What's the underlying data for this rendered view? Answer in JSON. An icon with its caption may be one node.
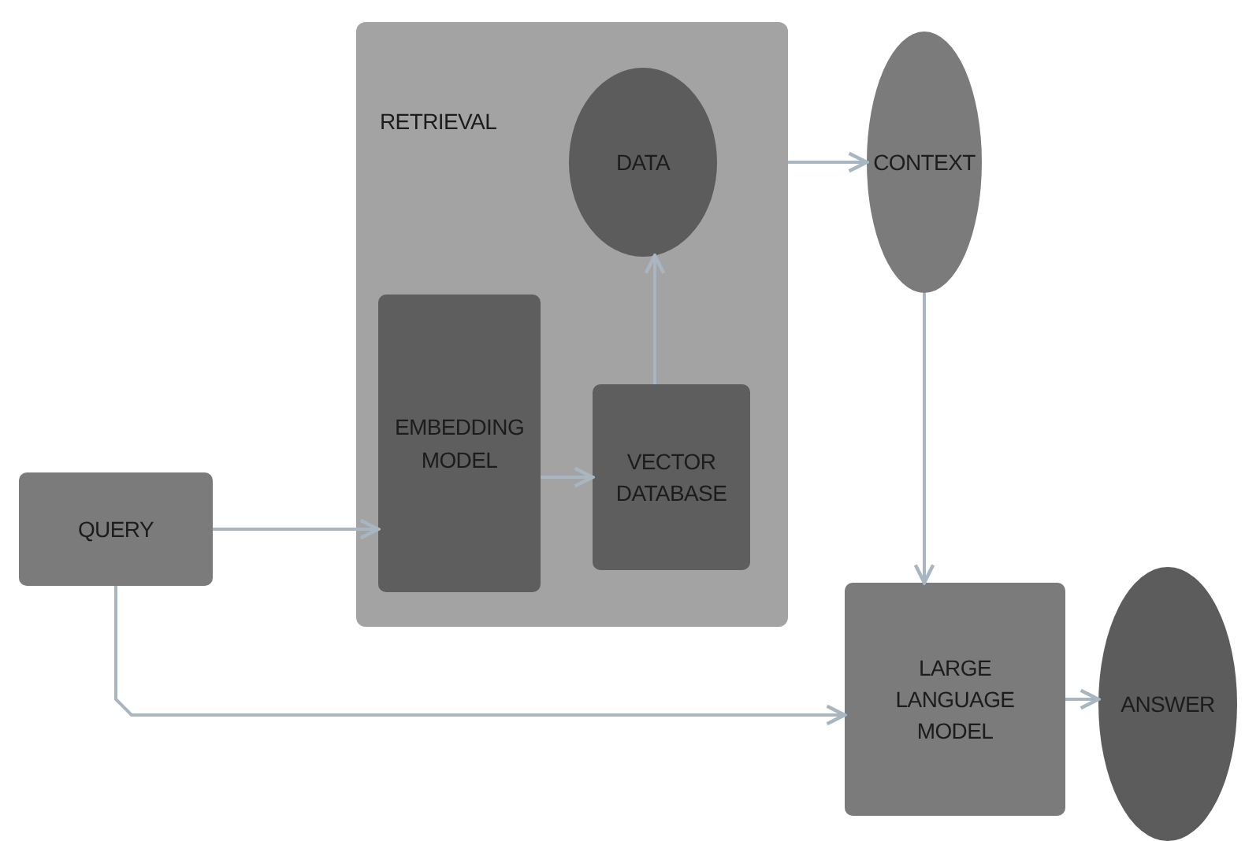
{
  "diagram": {
    "nodes": [
      {
        "text": [
          "RETRIEVAL"
        ]
      },
      {
        "text": [
          "DATA"
        ],
        "in": 0
      },
      {
        "text": [
          "EMBEDDING MODEL"
        ],
        "in": 0
      },
      {
        "text": [
          "VECTOR DATABASE"
        ],
        "in": 0
      },
      {
        "text": [
          "CONTEXT"
        ]
      },
      {
        "text": [
          "QUERY"
        ]
      },
      {
        "text": [
          "LARGE LANGUAGE MODEL"
        ]
      },
      {
        "text": [
          "ANSWER"
        ]
      }
    ],
    "edges": [
      {
        "from": 5,
        "to": 2,
        "arrow": "to"
      },
      {
        "from": 2,
        "to": 3,
        "arrow": "to"
      },
      {
        "from": 3,
        "to": 1,
        "arrow": "to"
      },
      {
        "from": 0,
        "to": 4,
        "arrow": "to"
      },
      {
        "from": 4,
        "to": 6,
        "arrow": "to"
      },
      {
        "from": 5,
        "to": 6,
        "arrow": "to"
      },
      {
        "from": 6,
        "to": 7,
        "arrow": "to"
      }
    ]
  }
}
